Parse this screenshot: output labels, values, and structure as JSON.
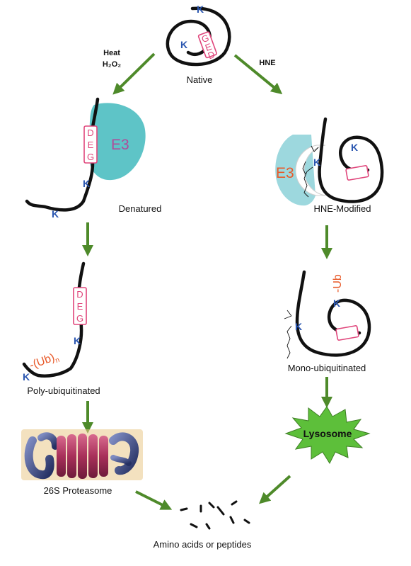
{
  "labels": {
    "native": "Native",
    "heat": "Heat",
    "h2o2": "H₂O₂",
    "hne": "HNE",
    "denatured": "Denatured",
    "hne_modified": "HNE-Modified",
    "poly_ubiquitinated": "Poly-ubiquitinated",
    "mono_ubiquitinated": "Mono-ubiquitinated",
    "lysosome": "Lysosome",
    "proteasome": "26S Proteasome",
    "amino_acids": "Amino acids or peptides"
  },
  "residue": {
    "lysine": "K",
    "deg_d": "D",
    "deg_e": "E",
    "deg_g": "G",
    "e3": "E3",
    "ub_poly_open": "-(Ub)",
    "ub_poly_sub": "n",
    "ub_mono": "-Ub"
  },
  "colors": {
    "arrow": "#4e8a2a",
    "e3_blob": "#5ec4c7",
    "e3_left_blob": "#9dd8de",
    "lysine": "#2a56b0",
    "degron": "#e0457b",
    "ubiquitin": "#e85a2a",
    "lysosome_fill": "#5dbf3a",
    "proteasome_ring": "#c0406e",
    "proteasome_cap": "#3a4a8a"
  },
  "icons": [
    "proteasome-image",
    "lysosome-starburst",
    "e3-ligase-blob",
    "degron-box"
  ]
}
